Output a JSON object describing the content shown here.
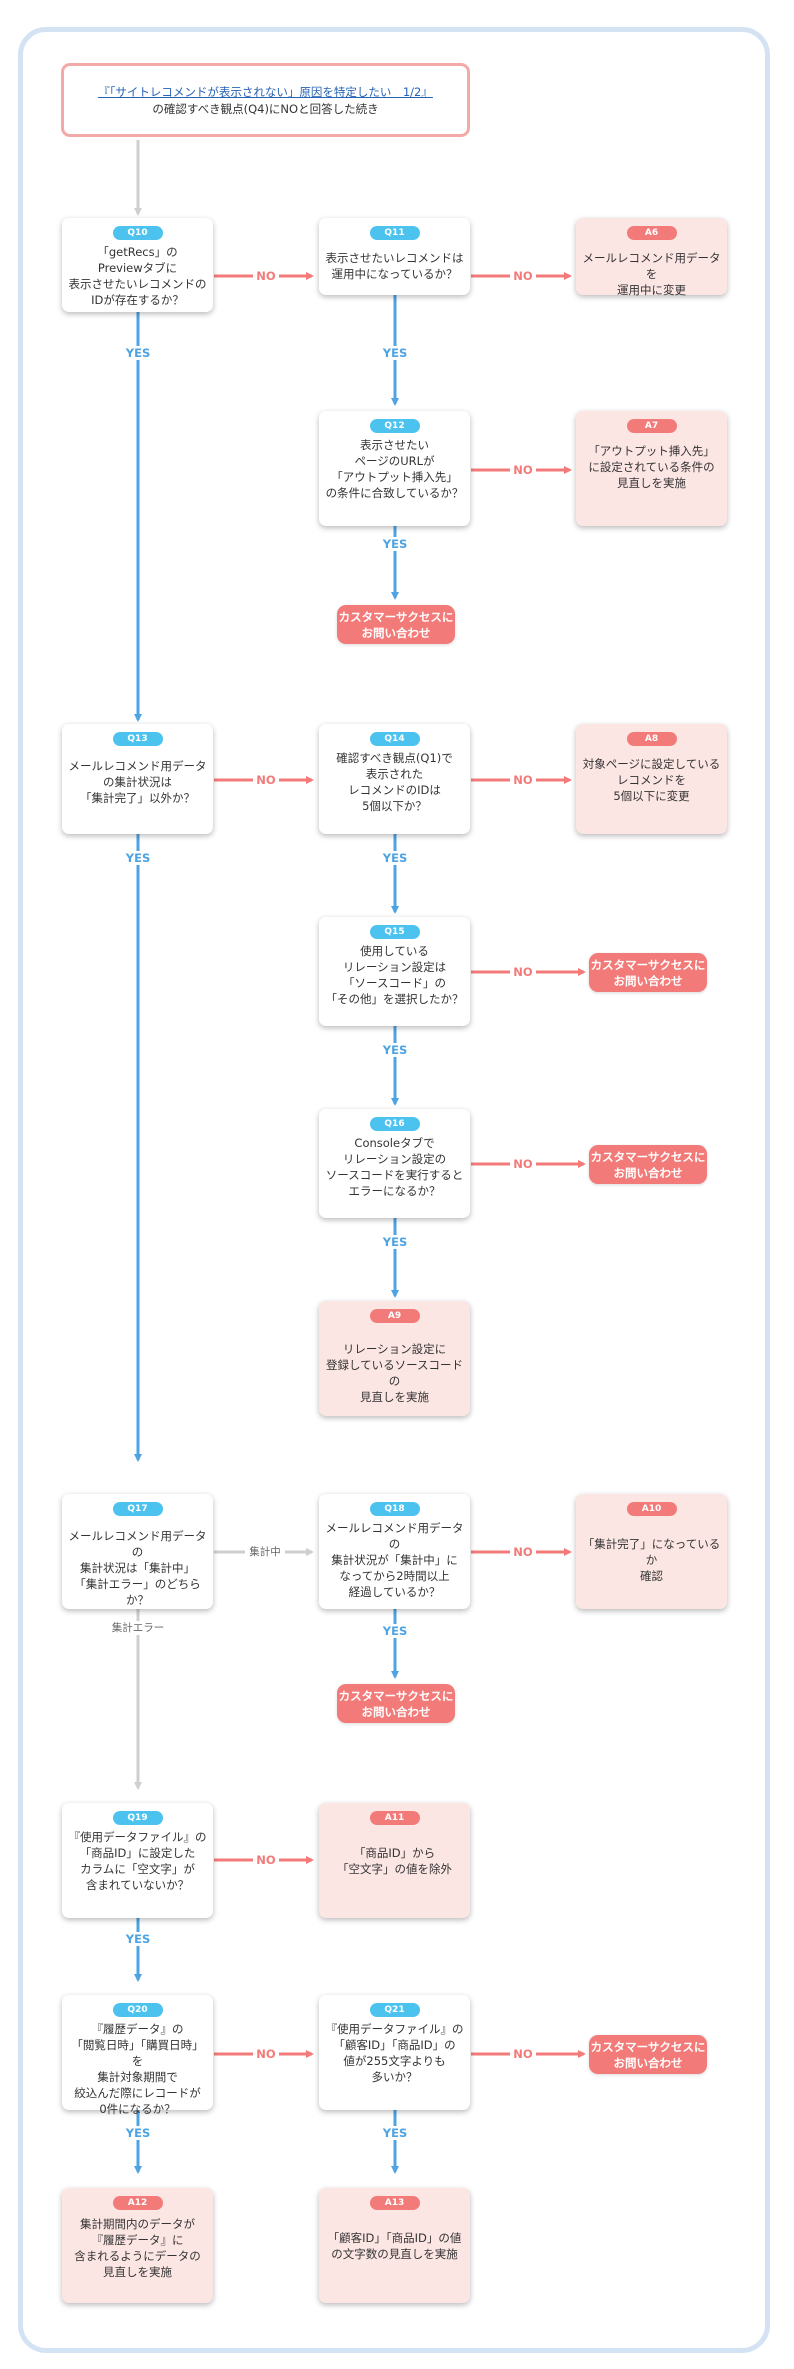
{
  "header": {
    "link_text": "『「サイトレコメンドが表示されない」原因を特定したい　1/2』",
    "sub_text": "の確認すべき観点(Q4)にNOと回答した続き"
  },
  "labels": {
    "yes": "YES",
    "no": "NO",
    "aggregating": "集計中",
    "agg_error": "集計エラー"
  },
  "cs_text": "カスタマーサクセスに\nお問い合わせ",
  "questions": {
    "q10": {
      "id": "Q10",
      "text": "「getRecs」の\nPreviewタブに\n表示させたいレコメンドの\nIDが存在するか？"
    },
    "q11": {
      "id": "Q11",
      "text": "表示させたいレコメンドは\n運用中になっているか？"
    },
    "q12": {
      "id": "Q12",
      "text": "表示させたい\nページのURLが\n「アウトプット挿入先」\nの条件に合致しているか？"
    },
    "q13": {
      "id": "Q13",
      "text": "メールレコメンド用データ\nの集計状況は\n「集計完了」以外か？"
    },
    "q14": {
      "id": "Q14",
      "text": "確認すべき観点(Q1)で\n表示された\nレコメンドのIDは\n5個以下か？"
    },
    "q15": {
      "id": "Q15",
      "text": "使用している\nリレーション設定は\n「ソースコード」の\n「その他」を選択したか？"
    },
    "q16": {
      "id": "Q16",
      "text": "Consoleタブで\nリレーション設定の\nソースコードを実行すると\nエラーになるか？"
    },
    "q17": {
      "id": "Q17",
      "text": "メールレコメンド用データの\n集計状況は「集計中」\n「集計エラー」のどちらか？"
    },
    "q18": {
      "id": "Q18",
      "text": "メールレコメンド用データの\n集計状況が「集計中」に\nなってから2時間以上\n経過しているか？"
    },
    "q19": {
      "id": "Q19",
      "text": "『使用データファイル』の\n「商品ID」に設定した\nカラムに「空文字」が\n含まれていないか？"
    },
    "q20": {
      "id": "Q20",
      "text": "『履歴データ』の\n「閲覧日時」「購買日時」を\n集計対象期間で\n絞込んだ際にレコードが\n0件になるか？"
    },
    "q21": {
      "id": "Q21",
      "text": "『使用データファイル』の\n「顧客ID」「商品ID」の\n値が255文字よりも\n多いか？"
    }
  },
  "answers": {
    "a6": {
      "id": "A6",
      "text": "メールレコメンド用データを\n運用中に変更"
    },
    "a7": {
      "id": "A7",
      "text": "「アウトプット挿入先」\nに設定されている条件の\n見直しを実施"
    },
    "a8": {
      "id": "A8",
      "text": "対象ページに設定している\nレコメンドを\n5個以下に変更"
    },
    "a9": {
      "id": "A9",
      "text": "リレーション設定に\n登録しているソースコードの\n見直しを実施"
    },
    "a10": {
      "id": "A10",
      "text": "「集計完了」になっているか\n確認"
    },
    "a11": {
      "id": "A11",
      "text": "「商品ID」から\n「空文字」の値を除外"
    },
    "a12": {
      "id": "A12",
      "text": "集計期間内のデータが\n『履歴データ』に\n含まれるようにデータの\n見直しを実施"
    },
    "a13": {
      "id": "A13",
      "text": "「顧客ID」「商品ID」の値\nの文字数の見直しを実施"
    }
  },
  "colors": {
    "yes_arrow": "#4ea3e3",
    "no_arrow": "#f27b79",
    "neutral_arrow": "#cfcfcf",
    "q_badge": "#4cc3ef",
    "a_badge": "#f27b79"
  }
}
